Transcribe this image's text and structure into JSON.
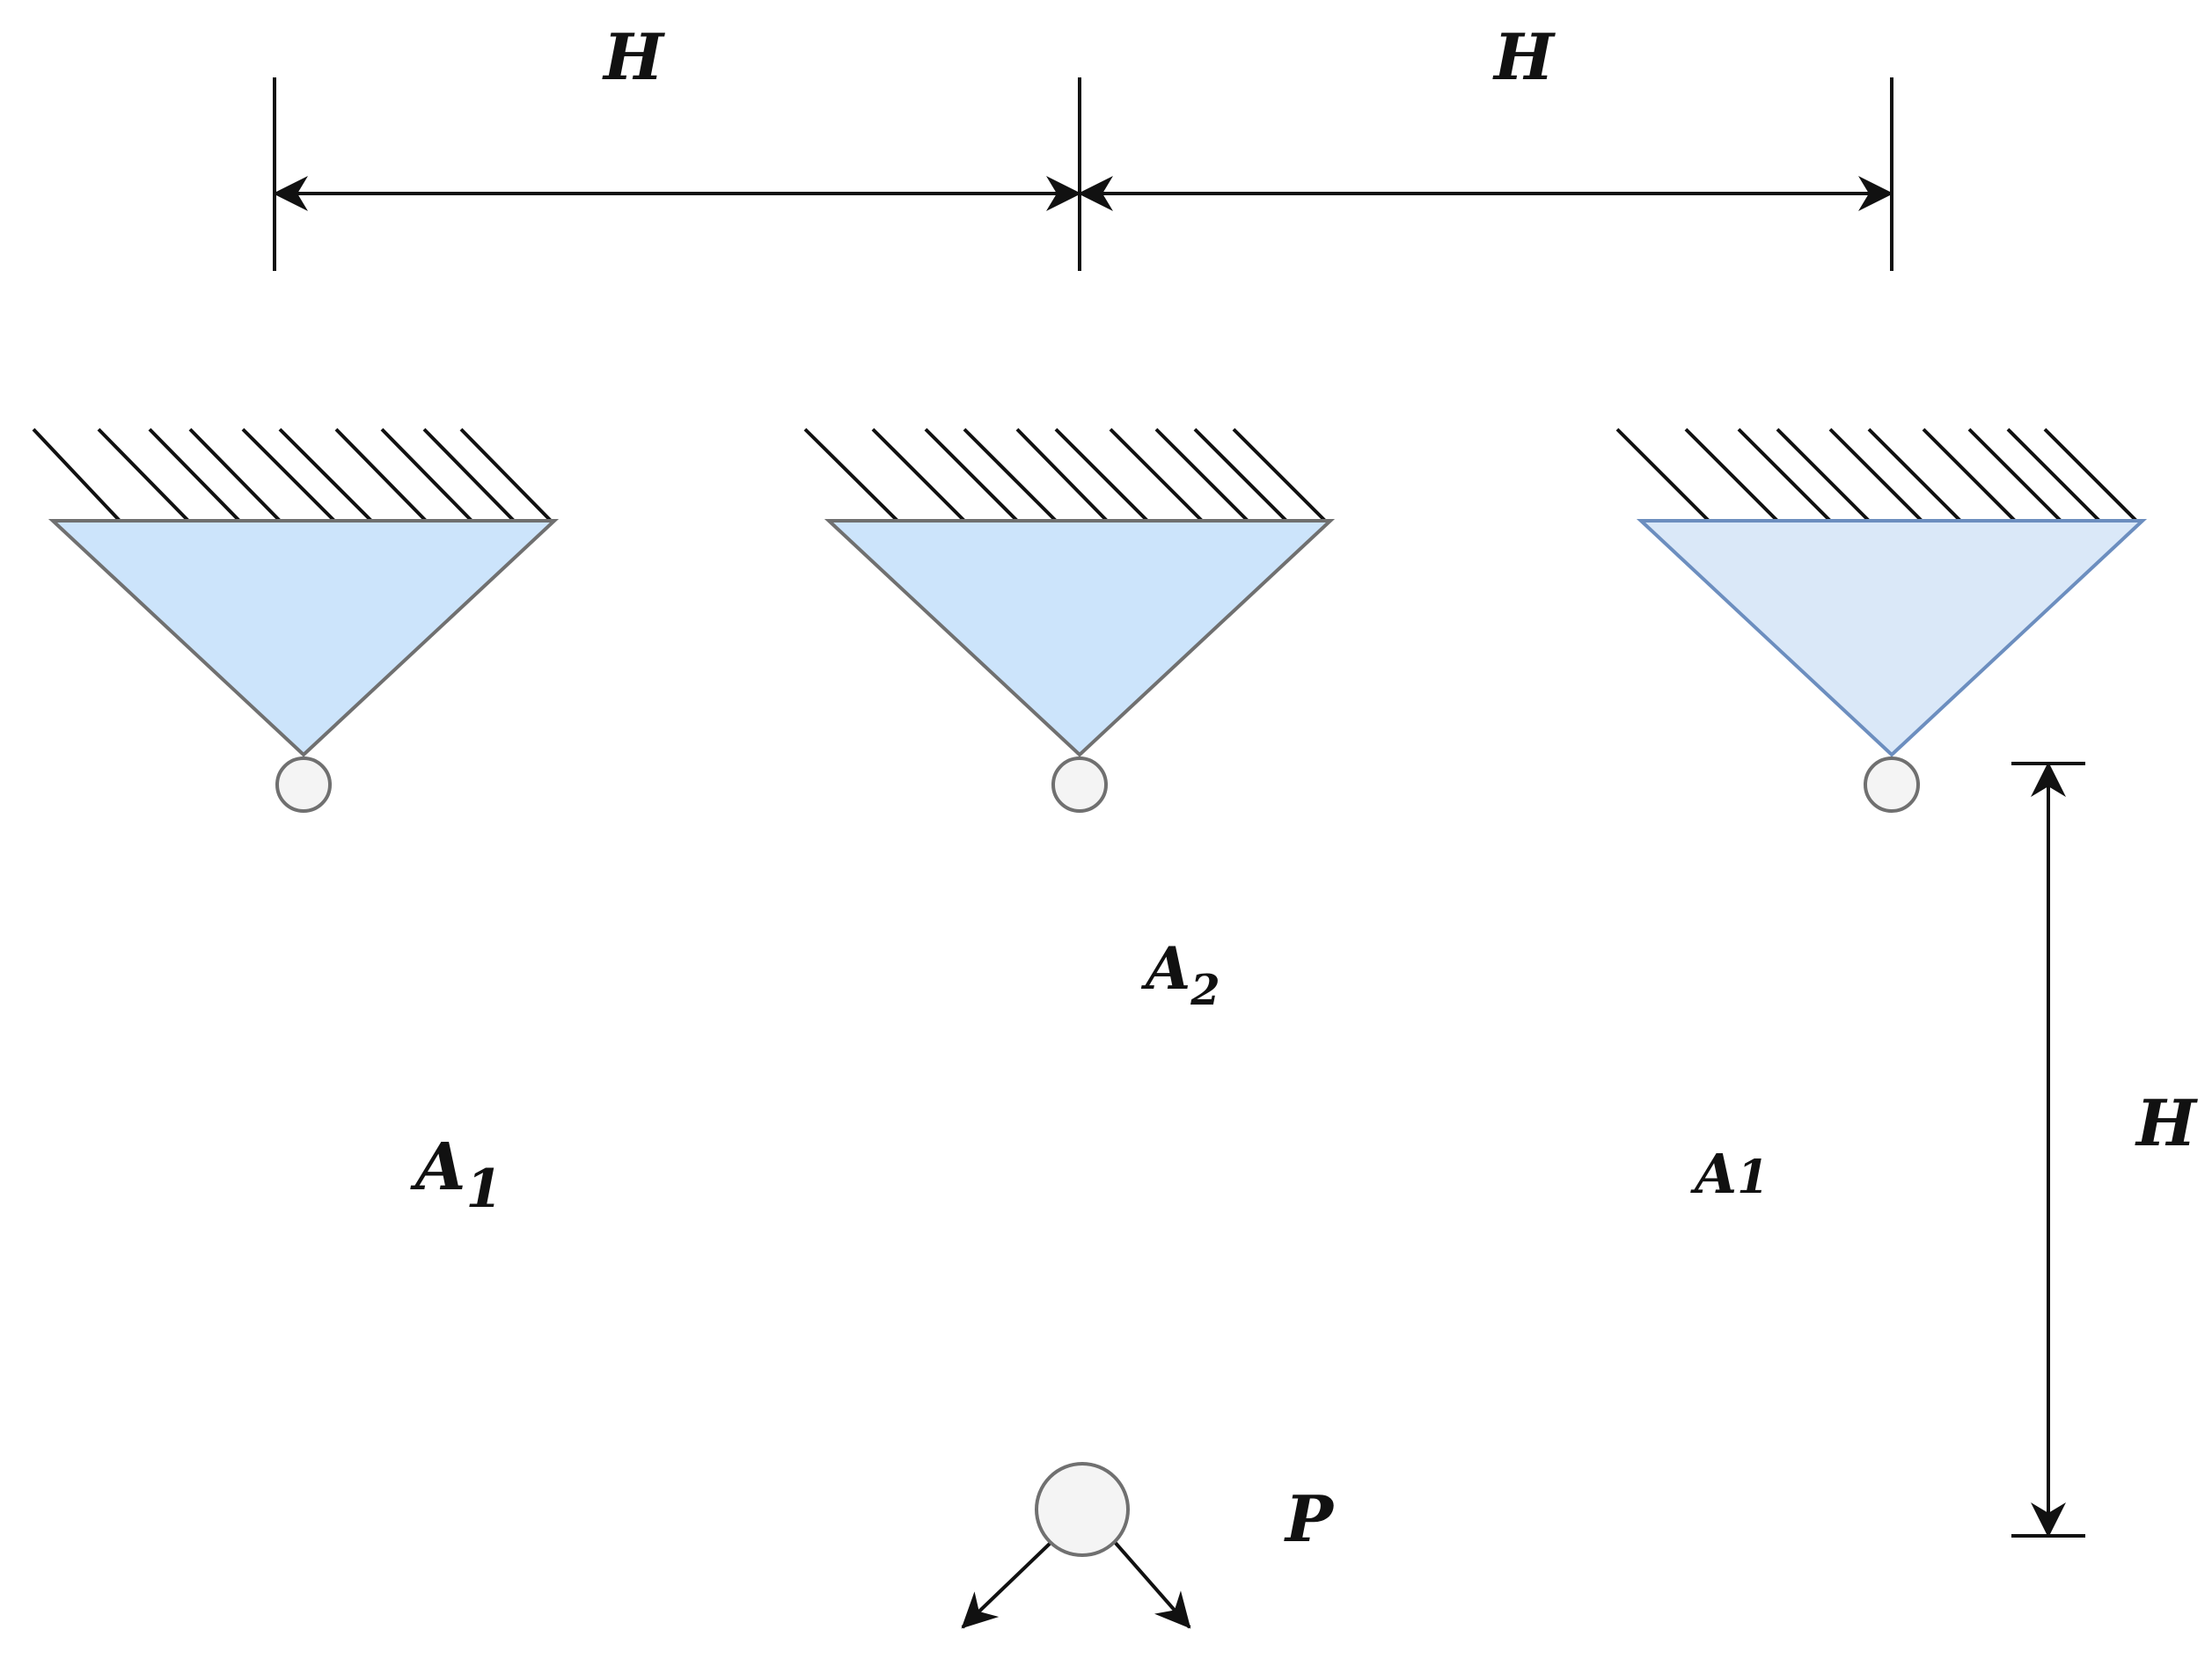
{
  "labels": {
    "dim_top_left": "H",
    "dim_top_right": "H",
    "dim_right": "H",
    "bar_left": "A",
    "bar_left_sub": "1",
    "bar_center": "A",
    "bar_center_sub": "2",
    "bar_right": "A",
    "bar_right_sub": "1",
    "load": "P"
  },
  "colors": {
    "support_fill_1": "#cce4fb",
    "support_fill_2": "#cce4fb",
    "support_fill_3": "#dae8f8",
    "support_stroke_1": "#707070",
    "support_stroke_2": "#707070",
    "support_stroke_3": "#6c8ebf",
    "pin_fill": "#f4f4f4",
    "pin_stroke": "#707070",
    "line": "#111111"
  }
}
